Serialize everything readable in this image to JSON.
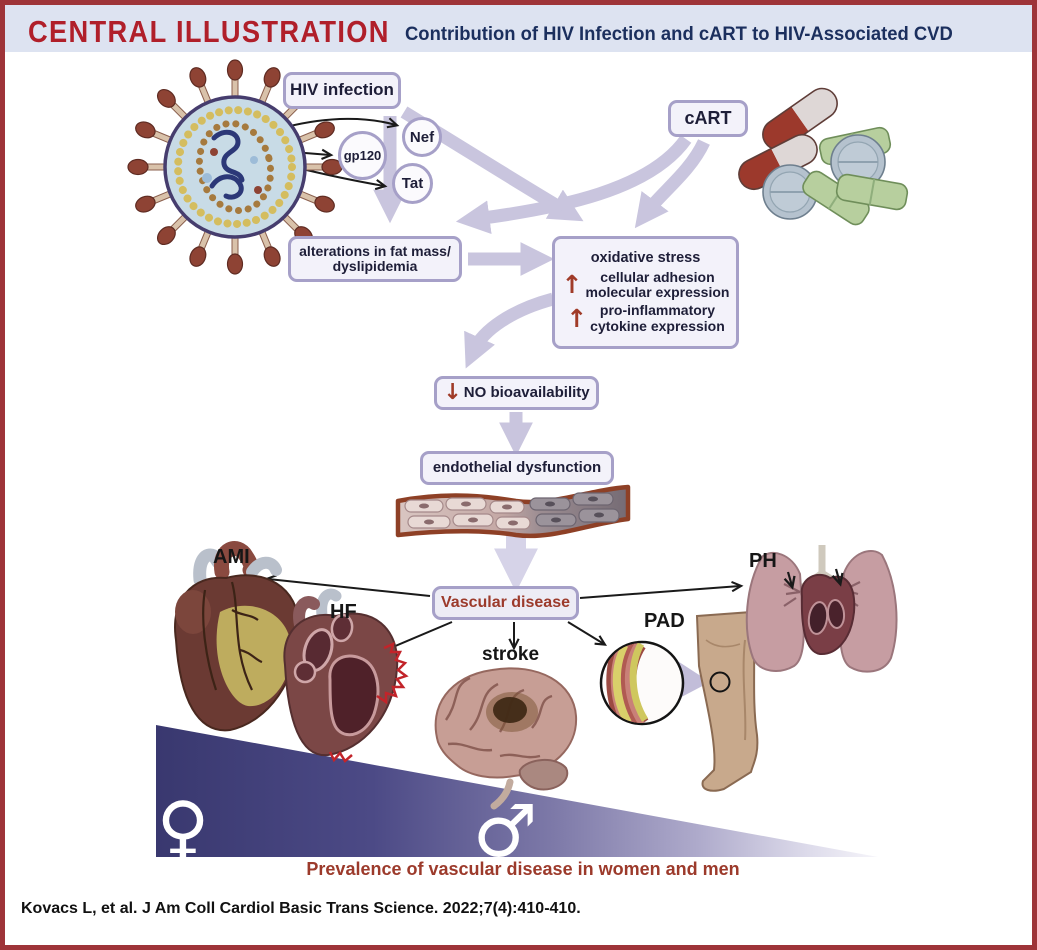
{
  "header": {
    "kicker": "CENTRAL ILLUSTRATION",
    "title": "Contribution of HIV Infection and cART to HIV-Associated CVD"
  },
  "nodes": {
    "hiv_infection": "HIV infection",
    "cart": "cART",
    "nef": "Nef",
    "gp120": "gp120",
    "tat": "Tat",
    "alterations_line1": "alterations in fat mass/",
    "alterations_line2": "dyslipidemia",
    "oxidative_stress": "oxidative stress",
    "cellular_adhesion_line1": "cellular adhesion",
    "cellular_adhesion_line2": "molecular expression",
    "proinflammatory_line1": "pro-inflammatory",
    "proinflammatory_line2": "cytokine expression",
    "no_bioavailability": "NO bioavailability",
    "endothelial_dysfunction": "endothelial dysfunction",
    "vascular_disease": "Vascular disease"
  },
  "outcomes": {
    "ami": "AMI",
    "hf": "HF",
    "stroke": "stroke",
    "pad": "PAD",
    "ph": "PH"
  },
  "symbols": {
    "up_arrow": "↑",
    "down_arrow": "↓",
    "female": "♀",
    "male": "♂"
  },
  "caption": "Prevalence of vascular disease in women and men",
  "citation": "Kovacs L, et al. J Am Coll Cardiol Basic Trans Science. 2022;7(4):410-410.",
  "colors": {
    "frame_border": "#9e3439",
    "header_background": "#dde3f1",
    "kicker_red": "#b01f2a",
    "title_navy": "#1b2f5e",
    "node_border": "#a6a0c8",
    "node_fill": "#f3f2fa",
    "flow_arrow": "#c9c5de",
    "emphasis_red": "#a03b28",
    "vascular_text_red": "#9c3a2b",
    "gradient_dark": "#39386f"
  }
}
